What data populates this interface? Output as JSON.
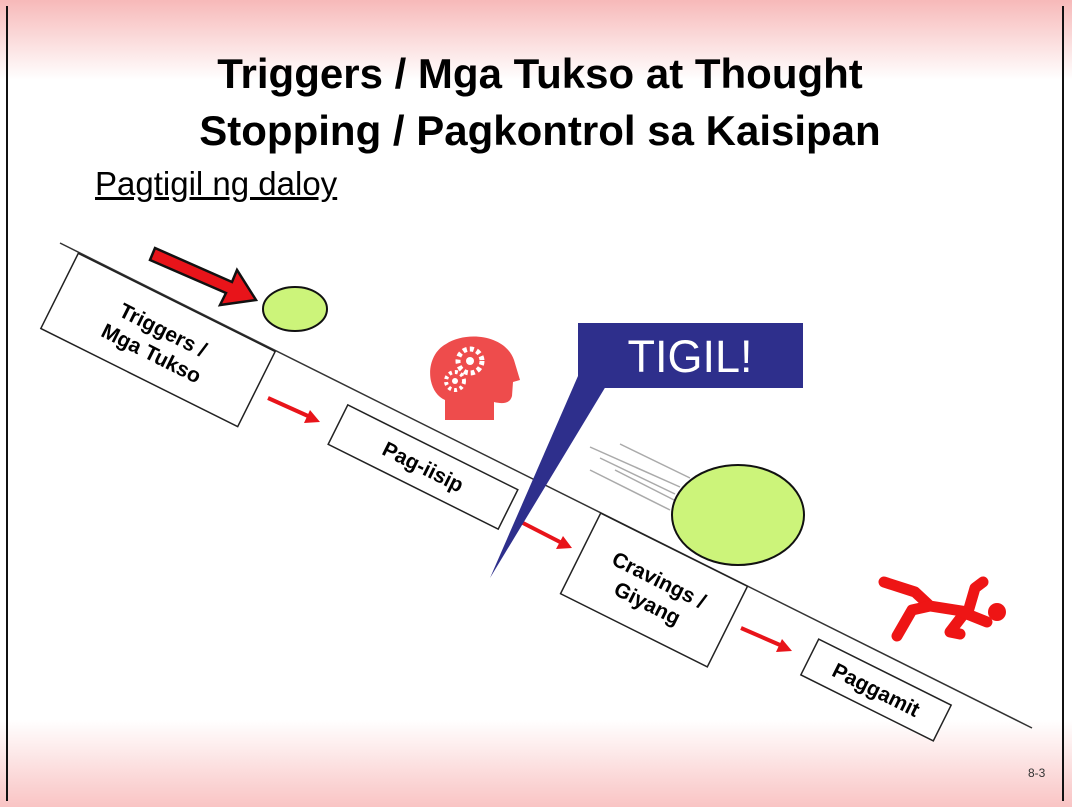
{
  "slide": {
    "title_line1": "Triggers / Mga Tukso at Thought",
    "title_line2": "Stopping / Pagkontrol sa Kaisipan",
    "subtitle": "Pagtigil ng daloy",
    "page_number": "8-3"
  },
  "steps": [
    {
      "line1": "Triggers /",
      "line2": "Mga Tukso"
    },
    {
      "line1": "Pag-iisip"
    },
    {
      "line1": "Cravings /",
      "line2": "Giyang"
    },
    {
      "line1": "Paggamit"
    }
  ],
  "stop_callout": {
    "label": "TIGIL!"
  },
  "colors": {
    "arrow_red": "#e8141a",
    "ball_green": "#ccf47a",
    "callout_blue": "#2e2f8c",
    "icon_red": "#ee4c4c"
  },
  "icons": [
    "big-red-arrow-icon",
    "head-gears-icon",
    "running-figure-icon"
  ]
}
